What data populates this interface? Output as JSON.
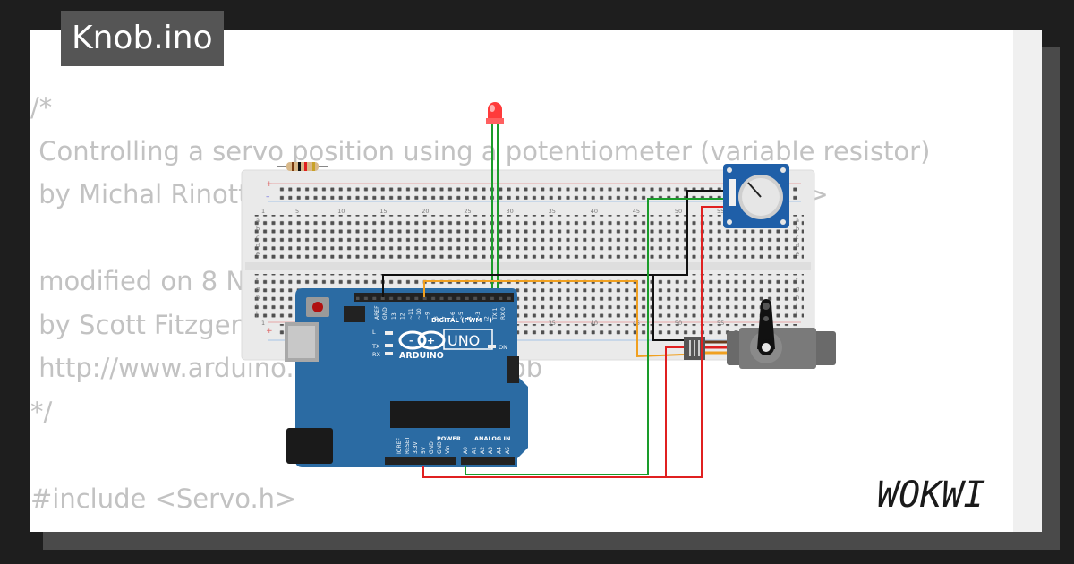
{
  "title": "Knob.ino",
  "code_lines": [
    "/*",
    " Controlling a servo position using a potentiometer (variable resistor)",
    " by Michal Rinott <http://people.interaction-ivrea.it/m.rinott>",
    "",
    " modified on 8 Nov 2013",
    " by Scott Fitzgerald",
    " http://www.arduino.cc/en/Tutorial/Knob",
    "*/",
    "",
    "#include <Servo.h>"
  ],
  "board": {
    "uno_label": "UNO",
    "brand_label": "ARDUINO",
    "digital_label": "DIGITAL (PWM ~)",
    "power_label": "POWER",
    "analog_label": "ANALOG IN",
    "aref_label": "AREF",
    "gnd_label": "GND",
    "l_label": "L",
    "tx_label": "TX",
    "rx_label": "RX",
    "on_label": "ON",
    "digital_pins": [
      "13",
      "12",
      "~11",
      "~10",
      "~9",
      "8",
      "7",
      "~6",
      "~5",
      "4",
      "~3",
      "2",
      "TX 1",
      "RX 0"
    ],
    "power_pins": [
      "IOREF",
      "RESET",
      "3.3V",
      "5V",
      "GND",
      "GND",
      "Vin"
    ],
    "analog_pins": [
      "A0",
      "A1",
      "A2",
      "A3",
      "A4",
      "A5"
    ]
  },
  "breadboard": {
    "column_numbers": [
      "1",
      "5",
      "10",
      "15",
      "20",
      "25",
      "30",
      "35",
      "40",
      "45",
      "50",
      "55"
    ],
    "row_letters_top": [
      "a",
      "b",
      "c",
      "d",
      "e"
    ],
    "row_letters_bottom": [
      "f",
      "g",
      "h",
      "i",
      "j"
    ]
  },
  "brand": {
    "logo": "WOKWI",
    "logo_color": "#1a1a1a"
  },
  "colors": {
    "board_blue": "#2b6ba3",
    "wire_green": "#1a9c2a",
    "wire_red": "#e02020",
    "wire_orange": "#f0a020",
    "wire_black": "#111111",
    "led_red": "#ff3b3b",
    "pot_blue": "#1f5fa8"
  }
}
